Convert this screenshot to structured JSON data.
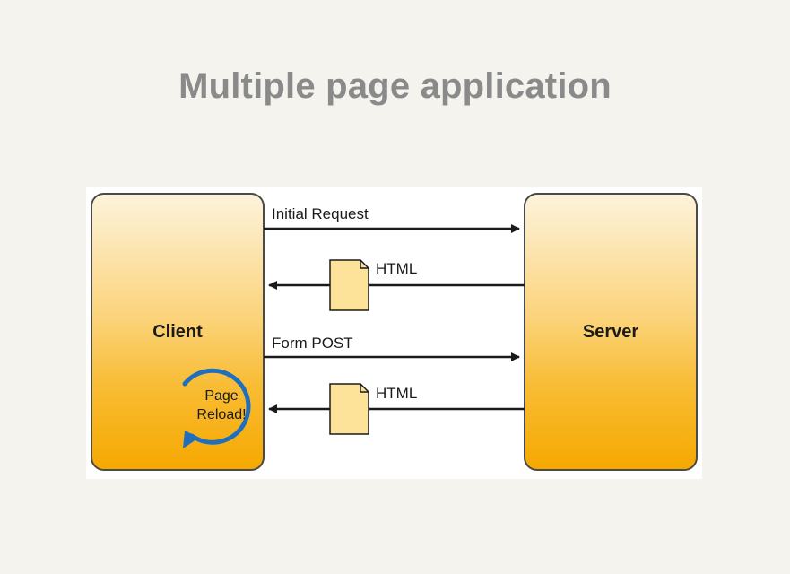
{
  "title": "Multiple page application",
  "diagram": {
    "client_label": "Client",
    "server_label": "Server",
    "reload_line1": "Page",
    "reload_line2": "Reload!",
    "arrows": [
      {
        "label": "Initial Request",
        "direction": "to-server",
        "has_document": false
      },
      {
        "label": "HTML",
        "direction": "to-client",
        "has_document": true
      },
      {
        "label": "Form POST",
        "direction": "to-server",
        "has_document": false
      },
      {
        "label": "HTML",
        "direction": "to-client",
        "has_document": true
      }
    ],
    "colors": {
      "box_top": "#fdf3dc",
      "box_mid": "#fbd37a",
      "box_bottom": "#f6a800",
      "box_border": "#4a4a4a",
      "document_fill": "#fde29a",
      "reload_arrow": "#1f6fbf",
      "arrow": "#1a1a1a"
    }
  }
}
